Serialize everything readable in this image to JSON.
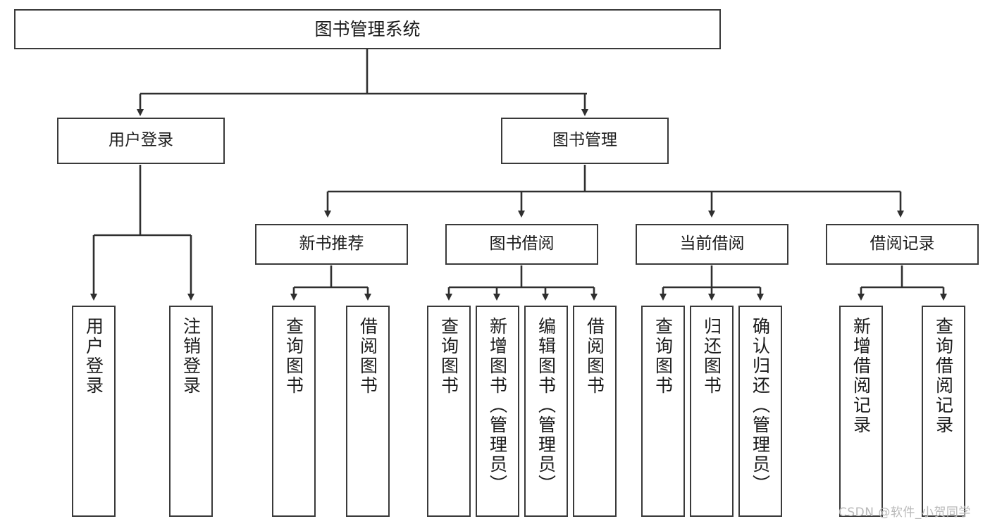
{
  "diagram": {
    "type": "tree",
    "title": "图书管理系统",
    "orientation": "top-down",
    "levels": 4,
    "colors": {
      "box_border": "#3a3a3a",
      "box_fill": "#ffffff",
      "connector": "#2f2f2f",
      "text": "#1b1b1b",
      "watermark": "#b9b9b9"
    },
    "root": {
      "id": "root",
      "label": "图书管理系统"
    },
    "level2": [
      {
        "id": "user-login",
        "label": "用户登录"
      },
      {
        "id": "book-manage",
        "label": "图书管理"
      }
    ],
    "level3": [
      {
        "id": "new-book-rec",
        "label": "新书推荐",
        "parent": "book-manage"
      },
      {
        "id": "book-borrow",
        "label": "图书借阅",
        "parent": "book-manage"
      },
      {
        "id": "current-borrow",
        "label": "当前借阅",
        "parent": "book-manage"
      },
      {
        "id": "borrow-record",
        "label": "借阅记录",
        "parent": "book-manage"
      }
    ],
    "leaves": [
      {
        "id": "leaf-user-login",
        "label": "用户登录",
        "parent": "user-login"
      },
      {
        "id": "leaf-logout",
        "label": "注销登录",
        "parent": "user-login"
      },
      {
        "id": "leaf-query-book-1",
        "label": "查询图书",
        "parent": "new-book-rec"
      },
      {
        "id": "leaf-borrow-book-1",
        "label": "借阅图书",
        "parent": "new-book-rec"
      },
      {
        "id": "leaf-query-book-2",
        "label": "查询图书",
        "parent": "book-borrow"
      },
      {
        "id": "leaf-add-book",
        "label": "新增图书（管理员）",
        "parent": "book-borrow"
      },
      {
        "id": "leaf-edit-book",
        "label": "编辑图书（管理员）",
        "parent": "book-borrow"
      },
      {
        "id": "leaf-borrow-book-2",
        "label": "借阅图书",
        "parent": "book-borrow"
      },
      {
        "id": "leaf-query-book-3",
        "label": "查询图书",
        "parent": "current-borrow"
      },
      {
        "id": "leaf-return-book",
        "label": "归还图书",
        "parent": "current-borrow"
      },
      {
        "id": "leaf-confirm-return",
        "label": "确认归还（管理员）",
        "parent": "current-borrow"
      },
      {
        "id": "leaf-add-record",
        "label": "新增借阅记录",
        "parent": "borrow-record"
      },
      {
        "id": "leaf-query-record",
        "label": "查询借阅记录",
        "parent": "borrow-record"
      }
    ]
  },
  "watermark": {
    "text": "CSDN @软件_小贺同学"
  }
}
